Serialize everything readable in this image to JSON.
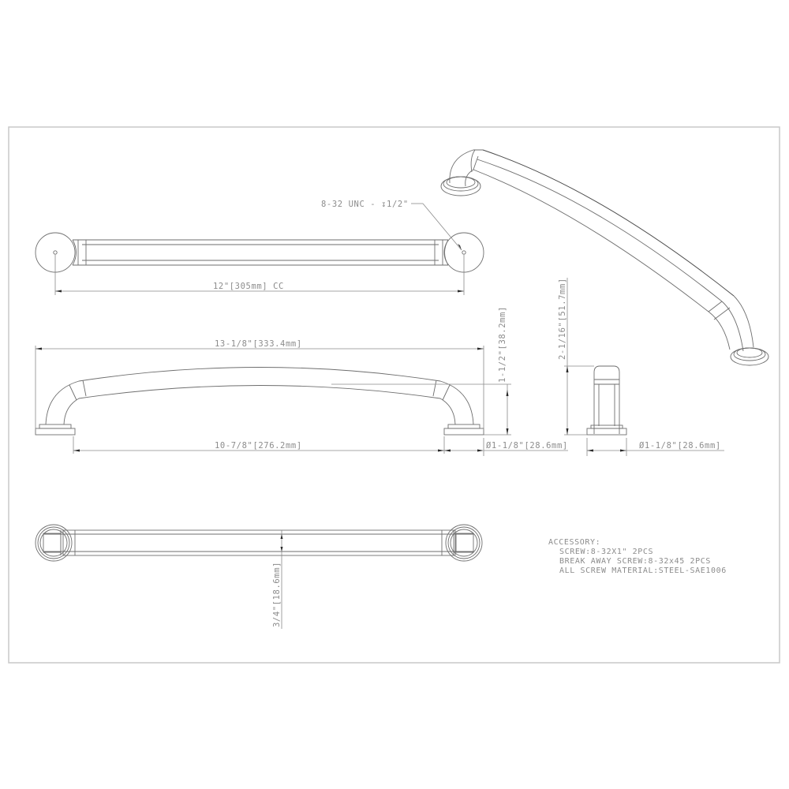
{
  "drawing": {
    "title": "Cabinet pull handle technical drawing",
    "line_color": "#6e6e6e",
    "frame_color": "#c8c8c8",
    "text_color": "#8c8c8c"
  },
  "top_view": {
    "thread_callout": "8-32 UNC - ↧1/2\"",
    "center_to_center": "12\"[305mm] CC"
  },
  "front_view": {
    "overall_length": "13-1/8\"[333.4mm]",
    "inner_length": "10-7/8\"[276.2mm]",
    "projection": "1-1/2\"[38.2mm]",
    "base_diameter": "Ø1-1/8\"[28.6mm]"
  },
  "side_view": {
    "height": "2-1/16\"[51.7mm]",
    "base_diameter": "Ø1-1/8\"[28.6mm]"
  },
  "bottom_view": {
    "bar_width": "3/4\"[18.6mm]"
  },
  "accessory": {
    "heading": "ACCESSORY:",
    "lines": [
      "SCREW:8-32X1\" 2PCS",
      "BREAK AWAY SCREW:8-32x45 2PCS",
      "ALL SCREW MATERIAL:STEEL-SAE1006"
    ]
  }
}
